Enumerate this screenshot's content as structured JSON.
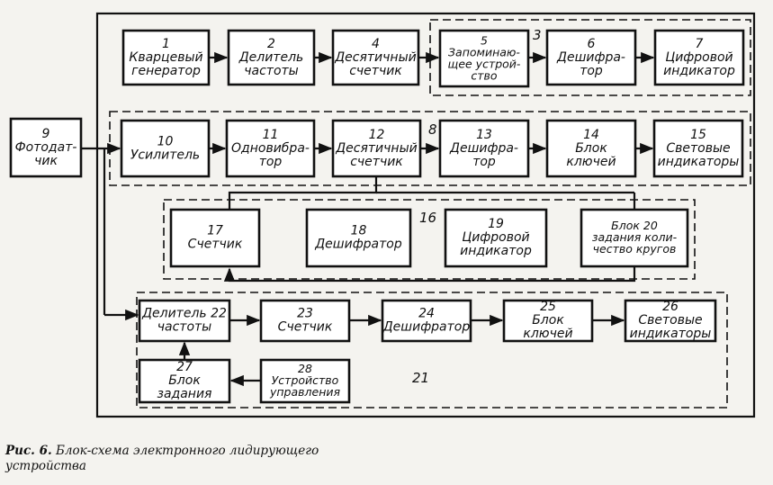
{
  "blocks": [
    {
      "id": "1",
      "lines": [
        "1",
        "Кварцевый",
        "генератор"
      ]
    },
    {
      "id": "2",
      "lines": [
        "2",
        "Делитель",
        "частоты"
      ]
    },
    {
      "id": "4",
      "lines": [
        "4",
        "Десятичный",
        "счетчик"
      ]
    },
    {
      "id": "5",
      "lines": [
        "5",
        "Запоминаю-",
        "щее устрой-",
        "ство"
      ]
    },
    {
      "id": "6",
      "lines": [
        "6",
        "Дешифра-",
        "тор"
      ]
    },
    {
      "id": "7",
      "lines": [
        "7",
        "Цифровой",
        "индикатор"
      ]
    },
    {
      "id": "9",
      "lines": [
        "9",
        "Фотодат-",
        "чик"
      ]
    },
    {
      "id": "10",
      "lines": [
        "10",
        "Усилитель"
      ]
    },
    {
      "id": "11",
      "lines": [
        "11",
        "Одновибра-",
        "тор"
      ]
    },
    {
      "id": "12",
      "lines": [
        "12",
        "Десятичный",
        "счетчик"
      ]
    },
    {
      "id": "13",
      "lines": [
        "13",
        "Дешифра-",
        "тор"
      ]
    },
    {
      "id": "14",
      "lines": [
        "14",
        "Блок",
        "ключей"
      ]
    },
    {
      "id": "15",
      "lines": [
        "15",
        "Световые",
        "индикаторы"
      ]
    },
    {
      "id": "17",
      "lines": [
        "17",
        "Счетчик"
      ]
    },
    {
      "id": "18",
      "lines": [
        "18",
        "Дешифратор"
      ]
    },
    {
      "id": "19",
      "lines": [
        "19",
        "Цифровой",
        "индикатор"
      ]
    },
    {
      "id": "20",
      "lines": [
        "Блок     20",
        "задания коли-",
        "чество кругов"
      ]
    },
    {
      "id": "22",
      "lines": [
        "Делитель 22",
        "частоты"
      ]
    },
    {
      "id": "23",
      "lines": [
        "23",
        "Счетчик"
      ]
    },
    {
      "id": "24",
      "lines": [
        "24",
        "Дешифратор"
      ]
    },
    {
      "id": "25",
      "lines": [
        "25",
        "Блок",
        "ключей"
      ]
    },
    {
      "id": "26",
      "lines": [
        "26",
        "Световые",
        "индикаторы"
      ]
    },
    {
      "id": "27",
      "lines": [
        "27",
        "Блок",
        "задания"
      ]
    },
    {
      "id": "28",
      "lines": [
        "28",
        "Устройство",
        "управления"
      ]
    }
  ],
  "group_labels": {
    "g3": "3",
    "g8": "8",
    "g16": "16",
    "g21": "21"
  },
  "caption": {
    "prefix": "Рис. 6.",
    "text": "Блок-схема электронного лидирующего устройства"
  }
}
